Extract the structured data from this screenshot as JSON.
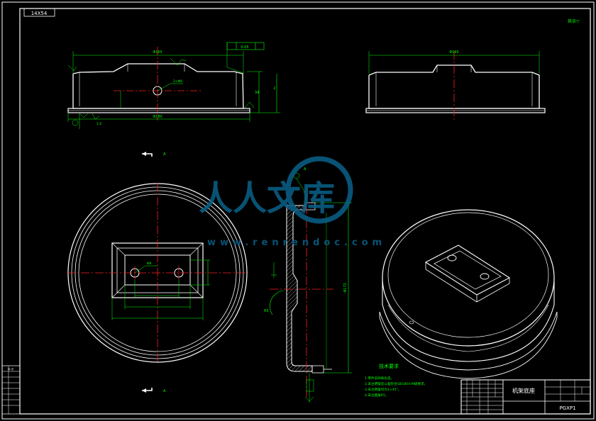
{
  "sheet": {
    "top_left_code": "14X54",
    "top_right_note": "其余▽"
  },
  "dims": {
    "front_top_width": "Φ165",
    "front_base_width": "Φ180",
    "front_height": "34",
    "front_height_small": "2",
    "front_hole": "2×Φ8",
    "front_flatness": "0.05",
    "side_width": "Φ165",
    "section_height": "Φ172",
    "rect_small": "Φ8",
    "section_angle": "R5"
  },
  "section_labels": {
    "upper_a": "A",
    "lower_a": "A",
    "front_a": "A",
    "front_surface": "1.6"
  },
  "watermark": {
    "brand": "人人文库",
    "url": "www.renrendoc.com"
  },
  "tech_req": {
    "title": "技术要求",
    "items": [
      "1.零件去除氧化皮。",
      "2.未注明锻造公差符合GB1804-M级要求。",
      "3.未注倒角均为1×45°。",
      "4.未注圆角R5。"
    ]
  },
  "title_block": {
    "part_name": "机架底座",
    "drawing_no": "PGXP1"
  },
  "change_table": {
    "header": "标 记"
  }
}
